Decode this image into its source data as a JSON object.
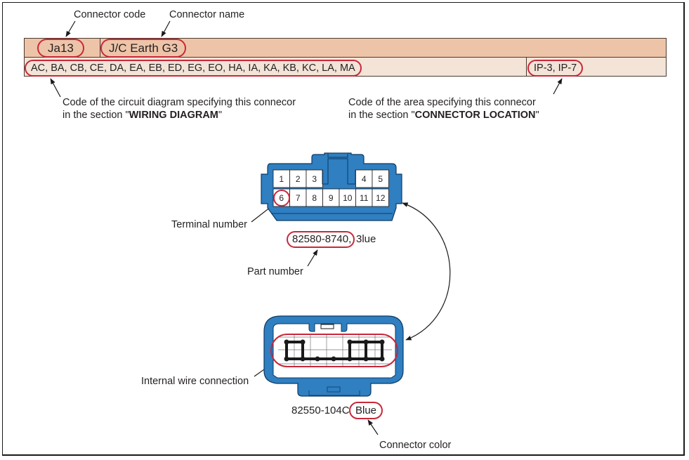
{
  "callouts": {
    "connector_code_label": "Connector code",
    "connector_name_label": "Connector name",
    "circuit_code_line1": "Code of the circuit diagram specifying this connecor",
    "circuit_code_line2_prefix": "in the section \"",
    "circuit_code_line2_bold": "WIRING DIAGRAM",
    "circuit_code_line2_suffix": "\"",
    "area_code_line1": "Code of the area specifying this connecor",
    "area_code_line2_prefix": "in the section \"",
    "area_code_line2_bold": "CONNECTOR LOCATION",
    "area_code_line2_suffix": "\"",
    "terminal_number_label": "Terminal number",
    "part_number_label": "Part number",
    "internal_wire_label": "Internal wire connection",
    "connector_color_label": "Connector color"
  },
  "header_table": {
    "connector_code": "Ja13",
    "connector_name": "J/C Earth G3",
    "circuit_codes": "AC, BA, CB, CE, DA, EA, EB, ED, EG, EO, HA, IA, KA, KB, KC, LA, MA",
    "area_codes": "IP-3, IP-7"
  },
  "top_connector": {
    "terminals_row1": [
      "1",
      "2",
      "3",
      "",
      "",
      "4",
      "5"
    ],
    "terminals_row2": [
      "6",
      "7",
      "8",
      "9",
      "10",
      "11",
      "12"
    ],
    "highlighted_terminal": "6",
    "part_number": "82580-8740,",
    "color": "Blue",
    "color_display": "3lue"
  },
  "bottom_connector": {
    "part_number": "82550-104C",
    "color": "Blue"
  },
  "colors": {
    "connector_blue": "#2f7fc1",
    "connector_outline": "#0d3a63",
    "highlight_red": "#c8283a",
    "row1_fill": "#eec4a9",
    "row2_fill": "#f3e4d7"
  }
}
